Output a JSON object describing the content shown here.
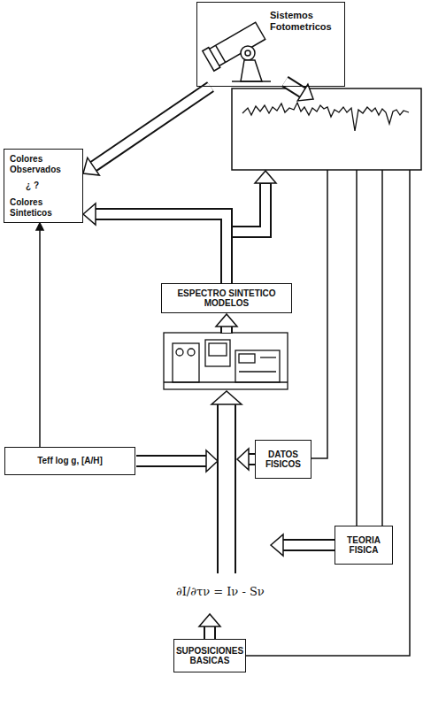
{
  "diagram": {
    "nodes": [
      {
        "text": [
          "Sistemos Fotometricos"
        ]
      },
      {
        "text": [
          "Colores Observados",
          "¿ ?",
          "Colores Sinteticos"
        ]
      },
      {
        "text": [
          "ESPECTRO SINTETICO MODELOS"
        ]
      },
      {
        "text": [
          "Teff log g, [A/H]"
        ]
      },
      {
        "text": [
          "DATOS FISICOS"
        ]
      },
      {
        "text": [
          "TEORIA FISICA"
        ]
      },
      {
        "text": [
          "SUPOSICIONES BASICAS"
        ]
      }
    ],
    "edges": [
      {
        "from": 0,
        "to": 1,
        "arrow": "to"
      },
      {
        "from": 2,
        "to": 1,
        "arrow": "to"
      },
      {
        "from": 3,
        "to": 1,
        "arrow": "to"
      }
    ],
    "labels": [
      "∂I/∂τν = Iν - Sν"
    ]
  }
}
